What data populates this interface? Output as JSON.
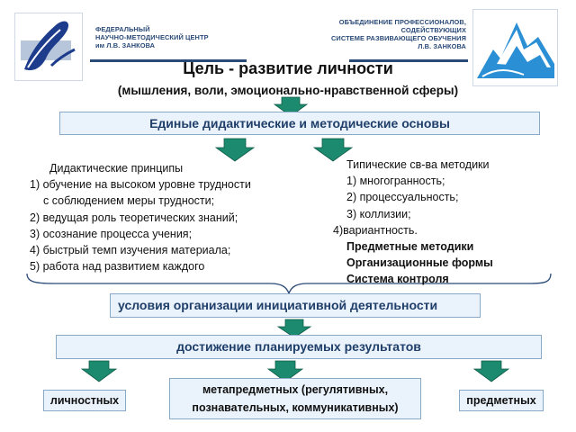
{
  "header": {
    "left_lines": [
      "ФЕДЕРАЛЬНЫЙ",
      "НАУЧНО-МЕТОДИЧЕСКИЙ ЦЕНТР",
      "им Л.В. ЗАНКОВА"
    ],
    "right_lines": [
      "ОБЪЕДИНЕНИЕ ПРОФЕССИОНАЛОВ,",
      "СОДЕЙСТВУЮЩИХ",
      "СИСТЕМЕ РАЗВИВАЮЩЕГО ОБУЧЕНИЯ",
      "Л.В. ЗАНКОВА"
    ]
  },
  "title": "Цель -  развитие личности",
  "subtitle": "(мышления, воли, эмоционально-нравственной сферы)",
  "foundation_box": "Единые дидактические и методические основы",
  "principles": {
    "heading": "Дидактические принципы",
    "item1a": "1)    обучение на высоком уровне трудности",
    "item1b": "с соблюдением меры трудности;",
    "item2": "2)  ведущая роль теоретических знаний;",
    "item3": "3)  осознание процесса учения;",
    "item4": "4)  быстрый темп изучения материала;",
    "item5": "5)  работа над развитием каждого"
  },
  "method": {
    "heading": "Типические св-ва методики",
    "item1": "1)  многогранность;",
    "item2": "2)  процессуальность;",
    "item3": "3)  коллизии;",
    "item4": "4)вариантность.",
    "extra1": "Предметные методики",
    "extra2": "Организационные формы",
    "extra3": "Система контроля"
  },
  "conditions_box": "условия организации инициативной деятельности",
  "achievement_box": "достижение планируемых результатов",
  "results": {
    "personal": "личностных",
    "meta_line1": "метапредметных (регулятивных,",
    "meta_line2": "познавательных, коммуникативных)",
    "subject": "предметных"
  },
  "colors": {
    "arrow": "#1c8a6e",
    "box_fill": "#eaf2fb",
    "box_border": "#8aa8c8",
    "header_text": "#2a4a78",
    "logo_blue": "#2a8fd4"
  }
}
